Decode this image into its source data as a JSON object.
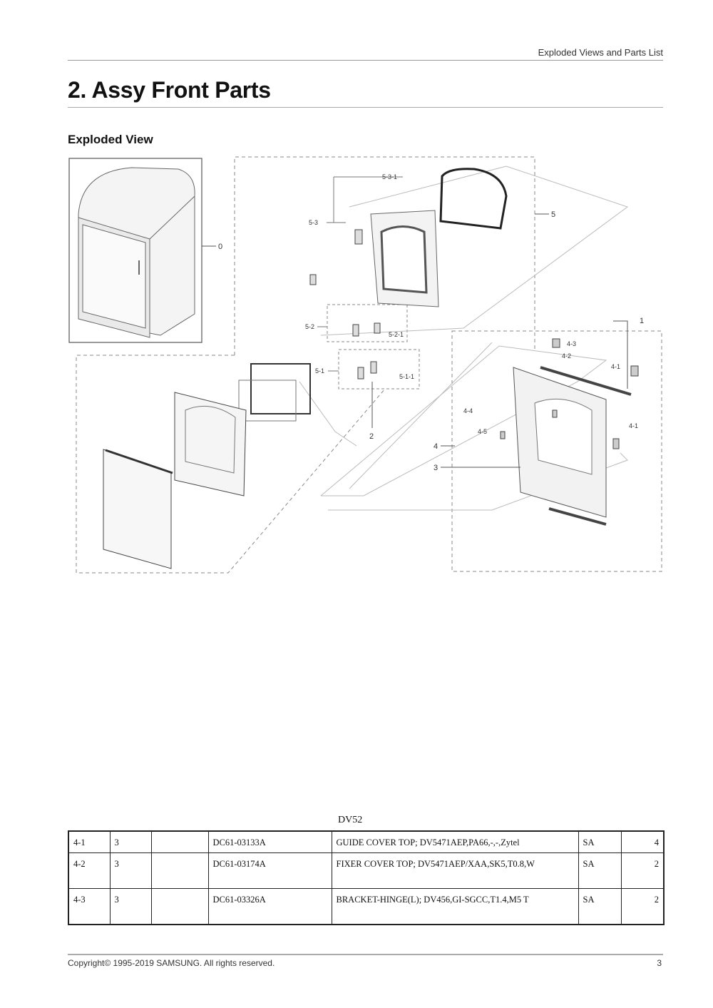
{
  "header": {
    "running_head": "Exploded Views and Parts List",
    "title": "2.  Assy Front Parts"
  },
  "section": {
    "heading": "Exploded View"
  },
  "diagram": {
    "callouts": [
      "0",
      "5",
      "5-3-1",
      "5-3",
      "5-2",
      "5-2-1",
      "5-1",
      "5-1-1",
      "2",
      "1",
      "4-3",
      "4-2",
      "4-1",
      "4-1",
      "4-4",
      "4-5",
      "4",
      "3"
    ]
  },
  "parts_table": {
    "model": "DV52",
    "rows": [
      [
        "4-1",
        "3",
        "",
        "DC61-03133A",
        "GUIDE COVER TOP; DV5471AEP,PA66,-,-,Zytel",
        "SA",
        "4"
      ],
      [
        "4-2",
        "3",
        "",
        "DC61-03174A",
        "FIXER COVER TOP; DV5471AEP/XAA,SK5,T0.8,W",
        "SA",
        "2"
      ],
      [
        "4-3",
        "3",
        "",
        "DC61-03326A",
        "BRACKET-HINGE(L); DV456,GI-SGCC,T1.4,M5 T",
        "SA",
        "2"
      ]
    ]
  },
  "footer": {
    "copyright": "Copyright© 1995-2019 SAMSUNG. All rights reserved.",
    "page_number": "3"
  }
}
